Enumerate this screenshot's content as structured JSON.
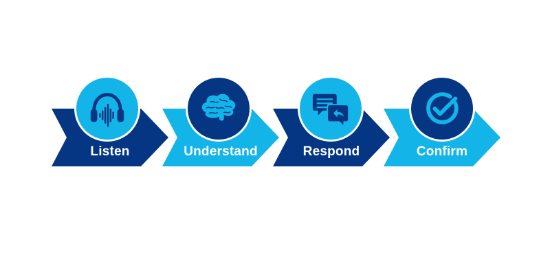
{
  "colors": {
    "dark": "#053683",
    "light": "#13b4e8",
    "white": "#ffffff"
  },
  "steps": [
    {
      "label": "Listen",
      "icon": "headphones-icon",
      "theme": "dark"
    },
    {
      "label": "Understand",
      "icon": "brain-icon",
      "theme": "light"
    },
    {
      "label": "Respond",
      "icon": "chat-bubbles-icon",
      "theme": "dark"
    },
    {
      "label": "Confirm",
      "icon": "checkmark-circle-icon",
      "theme": "light"
    }
  ]
}
